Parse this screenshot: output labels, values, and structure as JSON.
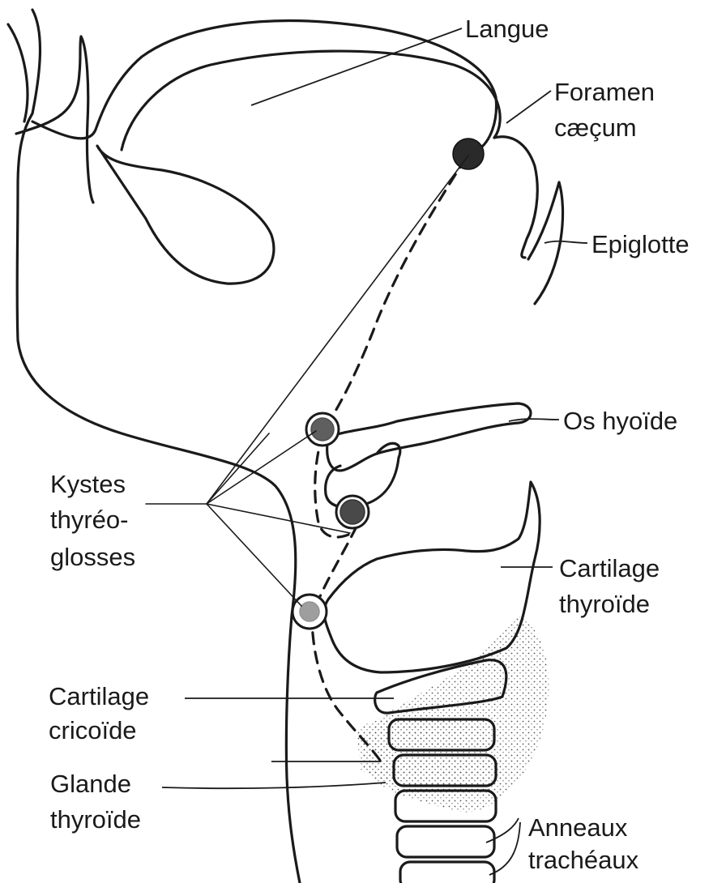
{
  "labels": {
    "langue": "Langue",
    "foramen_1": "Foramen",
    "foramen_2": "cæçum",
    "epiglotte": "Epiglotte",
    "os_hyoide": "Os hyoïde",
    "kystes_1": "Kystes",
    "kystes_2": "thyréo-",
    "kystes_3": "glosses",
    "cart_thyroide_1": "Cartilage",
    "cart_thyroide_2": "thyroïde",
    "cart_cricoide_1": "Cartilage",
    "cart_cricoide_2": "cricoïde",
    "glande_1": "Glande",
    "glande_2": "thyroïde",
    "anneaux_1": "Anneaux",
    "anneaux_2": "trachéaux"
  },
  "colors": {
    "ink": "#1a1a1a",
    "paper": "#ffffff",
    "stipple": "#555555"
  }
}
